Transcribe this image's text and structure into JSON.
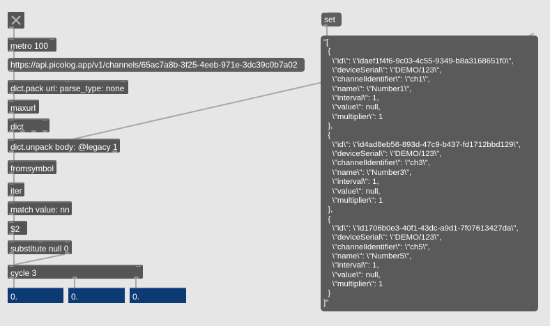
{
  "objects": {
    "metro": "metro 100",
    "url_message": "https://api.picolog.app/v1/channels/65ac7a8b-3f25-4eeb-971e-3dc39c0b7a02",
    "dict_pack": "dict.pack url: parse_type: none",
    "maxurl": "maxurl",
    "dict": "dict",
    "dict_unpack": "dict.unpack body: @legacy 1",
    "fromsymbol": "fromsymbol",
    "iter": "iter",
    "match": "match value: nn",
    "dollar": "$2",
    "substitute": "substitute null 0",
    "cycle": "cycle 3",
    "set_message": "set"
  },
  "number_boxes": [
    "0.",
    "0.",
    "0."
  ],
  "json_message": "\"[\n  {\n    \\\"id\\\": \\\"idaef1f4f6-9c03-4c55-9349-b8a3168651f0\\\",\n    \\\"deviceSerial\\\": \\\"DEMO/123\\\",\n    \\\"channelIdentifier\\\": \\\"ch1\\\",\n    \\\"name\\\": \\\"Number1\\\",\n    \\\"interval\\\": 1,\n    \\\"value\\\": null,\n    \\\"multiplier\\\": 1\n  },\n  {\n    \\\"id\\\": \\\"id4ad8eb56-893d-47c9-b437-fd1712bbd129\\\",\n    \\\"deviceSerial\\\": \\\"DEMO/123\\\",\n    \\\"channelIdentifier\\\": \\\"ch3\\\",\n    \\\"name\\\": \\\"Number3\\\",\n    \\\"interval\\\": 1,\n    \\\"value\\\": null,\n    \\\"multiplier\\\": 1\n  },\n  {\n    \\\"id\\\": \\\"id1706b0e3-40f1-43dc-a9d1-7f07613427da\\\",\n    \\\"deviceSerial\\\": \\\"DEMO/123\\\",\n    \\\"channelIdentifier\\\": \\\"ch5\\\",\n    \\\"name\\\": \\\"Number5\\\",\n    \\\"interval\\\": 1,\n    \\\"value\\\": null,\n    \\\"multiplier\\\": 1\n  }\n]\"",
  "colors": {
    "canvas": "#e6e6e6",
    "object": "#555555",
    "number_box": "#0e3a73",
    "patch_cord": "#a8a8a8",
    "text": "#ffffff"
  },
  "icons": {
    "toggle": "x-toggle-icon"
  }
}
